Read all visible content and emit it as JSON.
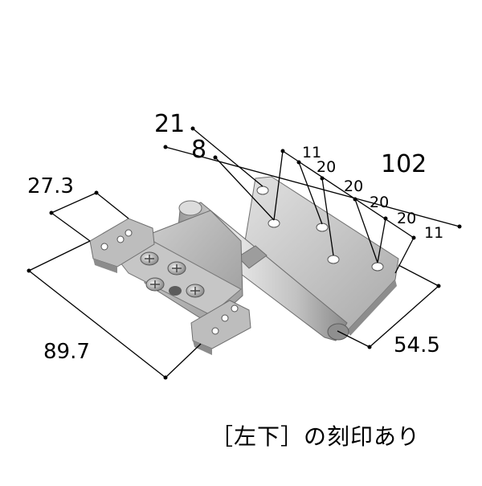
{
  "dimensions": {
    "d21": "21",
    "d8": "8",
    "d11_top": "11",
    "d20_a": "20",
    "d20_b": "20",
    "d20_c": "20",
    "d20_d": "20",
    "d11_bottom": "11",
    "d102": "102",
    "d27_3": "27.3",
    "d89_7": "89.7",
    "d54_5": "54.5"
  },
  "caption": "［左下］の刻印あり",
  "colors": {
    "metal_light": "#d4d4d4",
    "metal_mid": "#b0b0b0",
    "metal_dark": "#7a7a7a",
    "line": "#000000"
  }
}
